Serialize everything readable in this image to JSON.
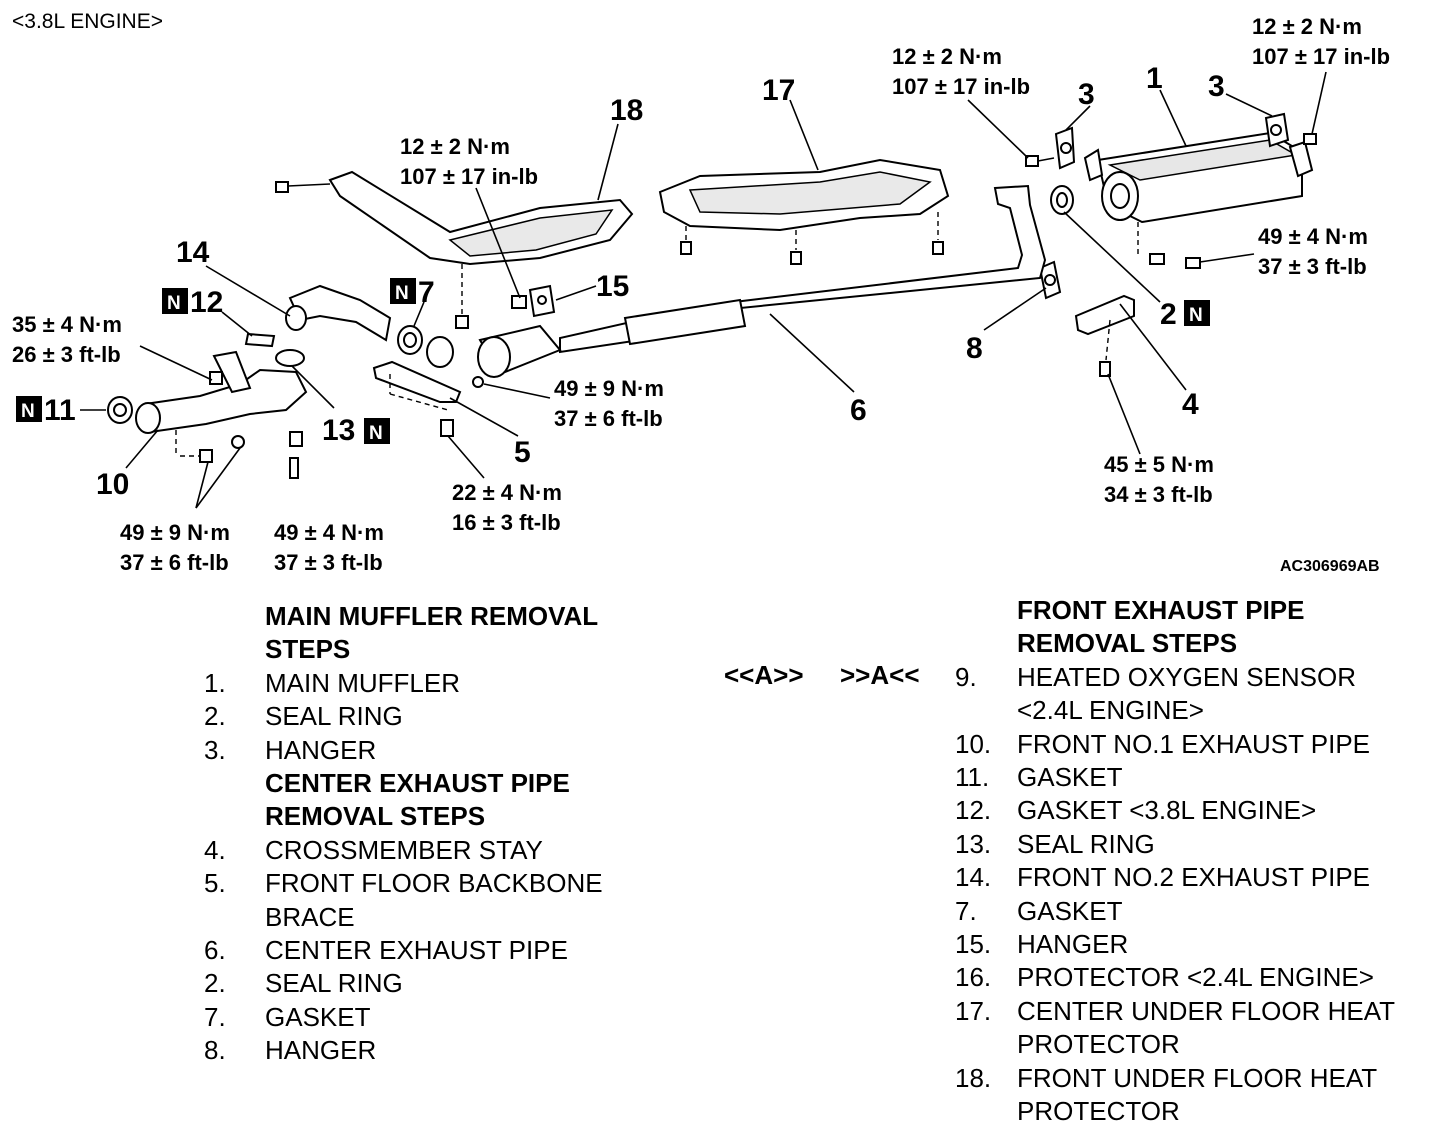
{
  "diagram": {
    "title": "<3.8L ENGINE>",
    "code": "AC306969AB",
    "n_mark": "N",
    "callouts": {
      "c1": "1",
      "c2": "2",
      "c3a": "3",
      "c3b": "3",
      "c4": "4",
      "c5": "5",
      "c6": "6",
      "c7": "7",
      "c8": "8",
      "c10": "10",
      "c11": "11",
      "c12": "12",
      "c13": "13",
      "c14": "14",
      "c15": "15",
      "c17": "17",
      "c18": "18"
    },
    "torques": [
      {
        "nm": "12 ± 2 N·m",
        "imp": "107 ± 17 in-lb"
      },
      {
        "nm": "12 ± 2 N·m",
        "imp": "107 ± 17 in-lb"
      },
      {
        "nm": "12 ± 2 N·m",
        "imp": "107 ± 17 in-lb"
      },
      {
        "nm": "49 ± 4 N·m",
        "imp": "37 ± 3 ft-lb"
      },
      {
        "nm": "35 ± 4 N·m",
        "imp": "26 ± 3 ft-lb"
      },
      {
        "nm": "49 ± 9 N·m",
        "imp": "37 ± 6 ft-lb"
      },
      {
        "nm": "45 ± 5 N·m",
        "imp": "34 ± 3 ft-lb"
      },
      {
        "nm": "22 ± 4 N·m",
        "imp": "16 ± 3 ft-lb"
      },
      {
        "nm": "49 ± 9 N·m",
        "imp": "37 ± 6 ft-lb"
      },
      {
        "nm": "49 ± 4 N·m",
        "imp": "37 ± 3 ft-lb"
      }
    ]
  },
  "left_steps": [
    {
      "num": "",
      "text": "MAIN MUFFLER REMOVAL",
      "header": true
    },
    {
      "num": "",
      "text": "STEPS",
      "header": true
    },
    {
      "num": "1.",
      "text": "MAIN MUFFLER"
    },
    {
      "num": "2.",
      "text": "SEAL RING"
    },
    {
      "num": "3.",
      "text": "HANGER"
    },
    {
      "num": "",
      "text": "CENTER EXHAUST PIPE",
      "header": true
    },
    {
      "num": "",
      "text": "REMOVAL STEPS",
      "header": true
    },
    {
      "num": "4.",
      "text": "CROSSMEMBER STAY"
    },
    {
      "num": "5.",
      "text": "FRONT FLOOR BACKBONE"
    },
    {
      "num": "",
      "text": "BRACE"
    },
    {
      "num": "6.",
      "text": "CENTER EXHAUST PIPE"
    },
    {
      "num": "2.",
      "text": "SEAL RING"
    },
    {
      "num": "7.",
      "text": "GASKET"
    },
    {
      "num": "8.",
      "text": "HANGER"
    }
  ],
  "marks": {
    "a1": "<<A>>",
    "a2": ">>A<<"
  },
  "right_steps": [
    {
      "num": "",
      "text": "FRONT EXHAUST PIPE",
      "header": true
    },
    {
      "num": "",
      "text": "REMOVAL STEPS",
      "header": true
    },
    {
      "num": "9.",
      "text": "HEATED OXYGEN SENSOR"
    },
    {
      "num": "",
      "text": "<2.4L ENGINE>"
    },
    {
      "num": "10.",
      "text": "FRONT NO.1 EXHAUST PIPE"
    },
    {
      "num": "11.",
      "text": "GASKET"
    },
    {
      "num": "12.",
      "text": "GASKET <3.8L ENGINE>"
    },
    {
      "num": "13.",
      "text": "SEAL RING"
    },
    {
      "num": "14.",
      "text": "FRONT NO.2 EXHAUST PIPE"
    },
    {
      "num": "7.",
      "text": "GASKET"
    },
    {
      "num": "15.",
      "text": "HANGER"
    },
    {
      "num": "16.",
      "text": "PROTECTOR <2.4L ENGINE>"
    },
    {
      "num": "17.",
      "text": "CENTER UNDER FLOOR HEAT"
    },
    {
      "num": "",
      "text": "PROTECTOR"
    },
    {
      "num": "18.",
      "text": "FRONT UNDER FLOOR HEAT"
    },
    {
      "num": "",
      "text": "PROTECTOR"
    }
  ]
}
